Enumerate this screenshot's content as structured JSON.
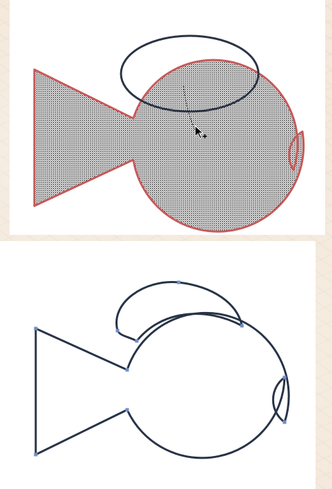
{
  "colors": {
    "background": "#f3e8da",
    "canvas": "#ffffff",
    "selection_stroke": "#c65a5a",
    "shape_fill_dots": "#1a1a1a",
    "ellipse_stroke": "#2b3444",
    "outline_stroke": "#283347",
    "anchor_points": "#6f8fc8"
  },
  "panels": [
    {
      "name": "before",
      "shape": "fish",
      "state": "filled-selected",
      "tool_cursor": "direct-selection-arrow-icon"
    },
    {
      "name": "after",
      "shape": "fish-with-fin",
      "state": "outline"
    }
  ]
}
